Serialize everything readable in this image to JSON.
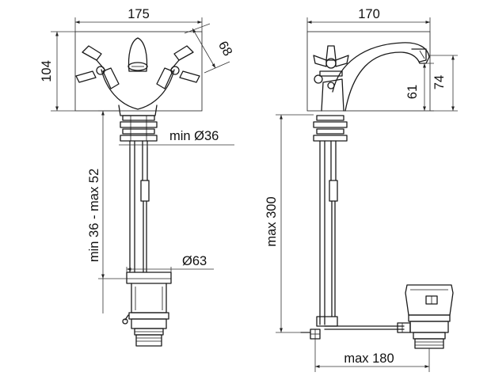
{
  "dimensions": {
    "front_width": "175",
    "front_height": "104",
    "front_diag": "68",
    "min_dia": "min Ø36",
    "thickness": "min 36 - max 52",
    "flange_dia": "Ø63",
    "side_width": "170",
    "spout_61": "61",
    "spout_74": "74",
    "max_length": "max 300",
    "max_reach": "max 180"
  }
}
